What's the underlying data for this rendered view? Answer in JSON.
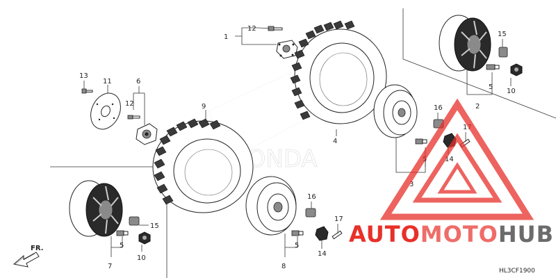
{
  "callouts": {
    "c1": "1",
    "c2": "2",
    "c3": "3",
    "c4": "4",
    "c5a": "5",
    "c5b": "5",
    "c5c": "5",
    "c6": "6",
    "c7": "7",
    "c8": "8",
    "c9": "9",
    "c10a": "10",
    "c10b": "10",
    "c11": "11",
    "c12a": "12",
    "c12b": "12",
    "c13": "13",
    "c14a": "14",
    "c14b": "14",
    "c15a": "15",
    "c15b": "15",
    "c16a": "16",
    "c16b": "16",
    "c17a": "17",
    "c17b": "17"
  },
  "direction_label": "FR.",
  "diagram_code": "HL3CF1900",
  "watermark_brand": "HONDA",
  "watermark": {
    "part1": "AUTO",
    "part2": "MOTO",
    "part3": "HUB"
  },
  "colors": {
    "watermark_red": "#e8302a",
    "watermark_gray": "#6b6b6b",
    "line": "#222222"
  }
}
